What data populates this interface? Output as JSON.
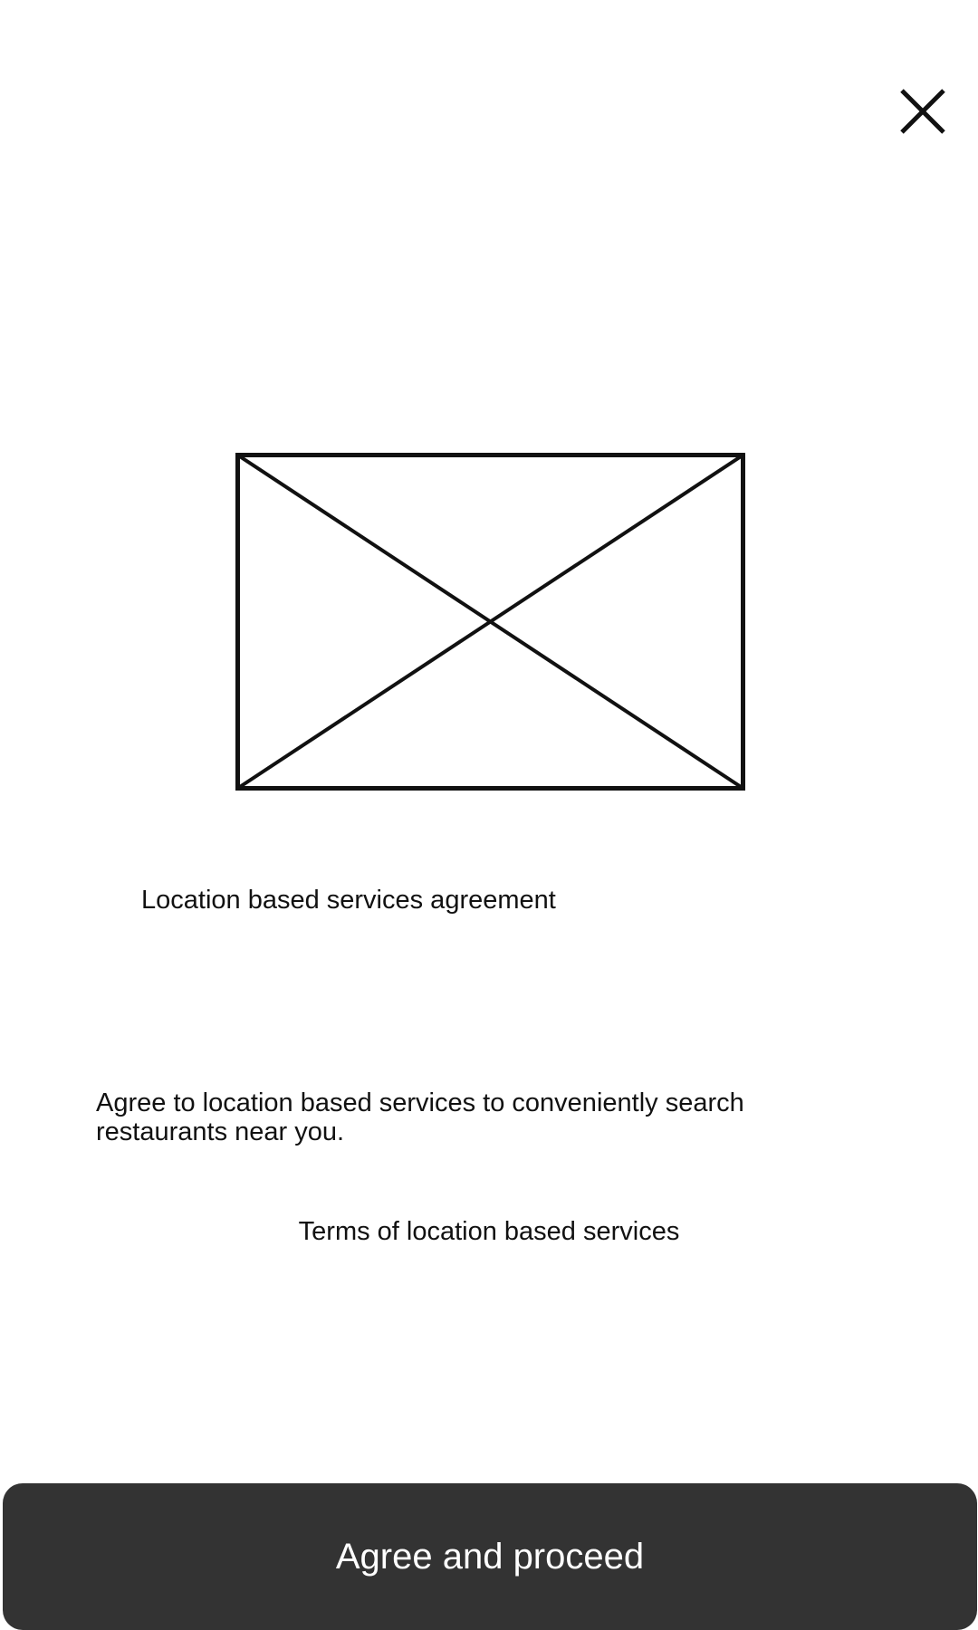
{
  "header": {
    "close_icon": "close-icon"
  },
  "hero": {
    "image_icon": "image-placeholder-icon"
  },
  "content": {
    "title": "Location based services agreement",
    "description": "Agree to location based services to conveniently search restaurants near you.",
    "terms_link": "Terms of location based services"
  },
  "footer": {
    "proceed_label": "Agree and proceed"
  },
  "colors": {
    "background": "#ffffff",
    "button_background": "#333333",
    "button_text": "#ffffff",
    "text": "#111111"
  }
}
